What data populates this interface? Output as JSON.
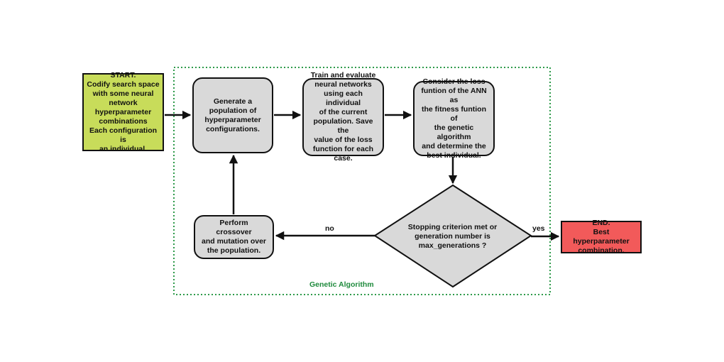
{
  "diagram": {
    "group_label": "Genetic Algorithm",
    "group_border_color": "#2e9a4a",
    "start": {
      "text": "START.\nCodify search space\nwith some neural\nnetwork\nhyperparameter\ncombinations\nEach configuration is\nan individual.",
      "color": "#c8dc5a"
    },
    "generate": {
      "text": "Generate a\npopulation of\nhyperparameter\nconfigurations."
    },
    "train": {
      "text": "Train and evaluate\nneural networks\nusing each individual\nof the current\npopulation. Save the\nvalue of the loss\nfunction for each\ncase."
    },
    "fitness": {
      "text": "Consider the loss\nfuntion of the ANN as\nthe fitness funtion of\nthe genetic algorithm\nand determine the\nbest individual."
    },
    "decision": {
      "text": "Stopping criterion met or\ngeneration number is\nmax_generations ?"
    },
    "crossover": {
      "text": "Perform crossover\nand mutation over\nthe population."
    },
    "end": {
      "text": "END.\nBest hyperparameter\ncombination.",
      "color": "#f25a5a"
    },
    "edge_labels": {
      "no": "no",
      "yes": "yes"
    },
    "node_fill": "#d9d9d9"
  }
}
